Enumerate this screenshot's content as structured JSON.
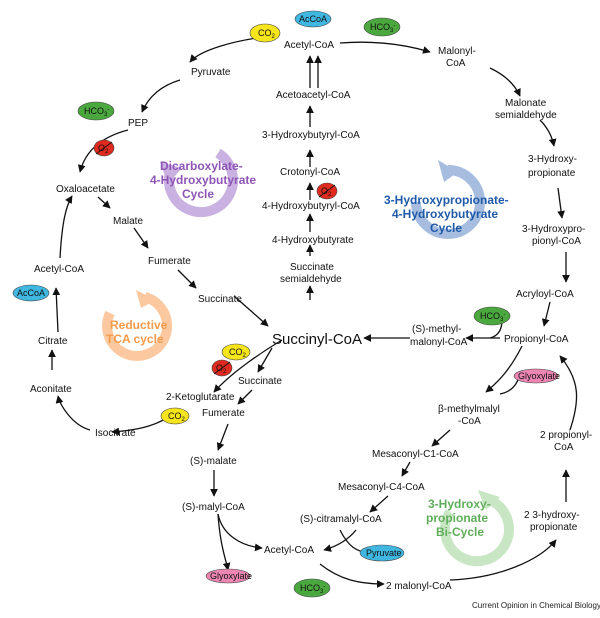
{
  "metabolites": {
    "acetyl_coa_top": "Acetyl-CoA",
    "acetoacetyl_coa": "Acetoacetyl-CoA",
    "hydroxybutyryl_coa": "3-Hydroxybutyryl-CoA",
    "crotonyl_coa": "Crotonyl-CoA",
    "hydroxybutyryl_coa_4": "4-Hydroxybutyryl-CoA",
    "hydroxybutyrate_4": "4-Hydroxybutyrate",
    "succinate_semialdehyde_1": "Succinate",
    "succinate_semialdehyde_2": "semialdehyde",
    "succinyl_coa": "Succinyl-CoA",
    "pyruvate": "Pyruvate",
    "pep": "PEP",
    "oxaloacetate": "Oxaloacetate",
    "malate": "Malate",
    "fumerate_left": "Fumerate",
    "succinate_left": "Succinate",
    "acetyl_coa_left": "Acetyl-CoA",
    "citrate": "Citrate",
    "aconitate": "Aconitate",
    "isocitrate": "Isocitrate",
    "ketoglutarate": "2-Ketoglutarate",
    "malonyl_coa_1": "Malonyl-",
    "malonyl_coa_2": "CoA",
    "malonate_sa_1": "Malonate",
    "malonate_sa_2": "semialdehyde",
    "hp_1": "3-Hydroxy-",
    "hp_2": "propionate",
    "hpcoa_1": "3-Hydroxypro-",
    "hpcoa_2": "pionyl-CoA",
    "acryloyl_coa": "Acryloyl-CoA",
    "methylmalonyl_1": "(S)-methyl-",
    "methylmalonyl_2": "malonyl-CoA",
    "propionyl_coa": "Propionyl-CoA",
    "succinate_low": "Succinate",
    "fumerate_low": "Fumerate",
    "s_malate": "(S)-malate",
    "s_malyl_coa": "(S)-malyl-CoA",
    "acetyl_coa_low": "Acetyl-CoA",
    "b_methylmalyl_1": "β-methylmalyl",
    "b_methylmalyl_2": "-CoA",
    "mesaconyl_c1": "Mesaconyl-C1-CoA",
    "mesaconyl_c4": "Mesaconyl-C4-CoA",
    "citramalyl": "(S)-citramalyl-CoA",
    "two_malonyl": "2 malonyl-CoA",
    "two_hp_1": "2 3-hydroxy-",
    "two_hp_2": "propionate",
    "two_propionyl_1": "2 propionyl-",
    "two_propionyl_2": "CoA"
  },
  "cofactors": {
    "co2": "CO",
    "co2_sub": "2",
    "hco3": "HCO",
    "hco3_sub": "3",
    "hco3_sup": "-",
    "acoa": "AcCoA",
    "o2": "O",
    "o2_sub": "2",
    "glyoxylate": "Glyoxylate",
    "pyruvate": "Pyruvate"
  },
  "cycles": {
    "dc4hb_1": "Dicarboxylate-",
    "dc4hb_2": "4-Hydroxybutyrate",
    "dc4hb_3": "Cycle",
    "hp4hb_1": "3-Hydroxypropionate-",
    "hp4hb_2": "4-Hydroxybutyrate",
    "hp4hb_3": "Cycle",
    "rtca_1": "Reductive",
    "rtca_2": "TCA cycle",
    "hpbi_1": "3-Hydroxy-",
    "hpbi_2": "propionate",
    "hpbi_3": "Bi-Cycle"
  },
  "colors": {
    "co2": "#f5e51a",
    "hco3": "#4aa83e",
    "acoa": "#3fb7e0",
    "o2": "#e02a1f",
    "glyoxylate": "#ee86b4",
    "pyruvate": "#3fb7e0",
    "dc4hb": "#8e55b6",
    "hp4hb": "#1f5aa8",
    "rtca": "#f59a4b",
    "hpbi": "#7ec27a"
  },
  "source": "Current Opinion in Chemical Biology"
}
